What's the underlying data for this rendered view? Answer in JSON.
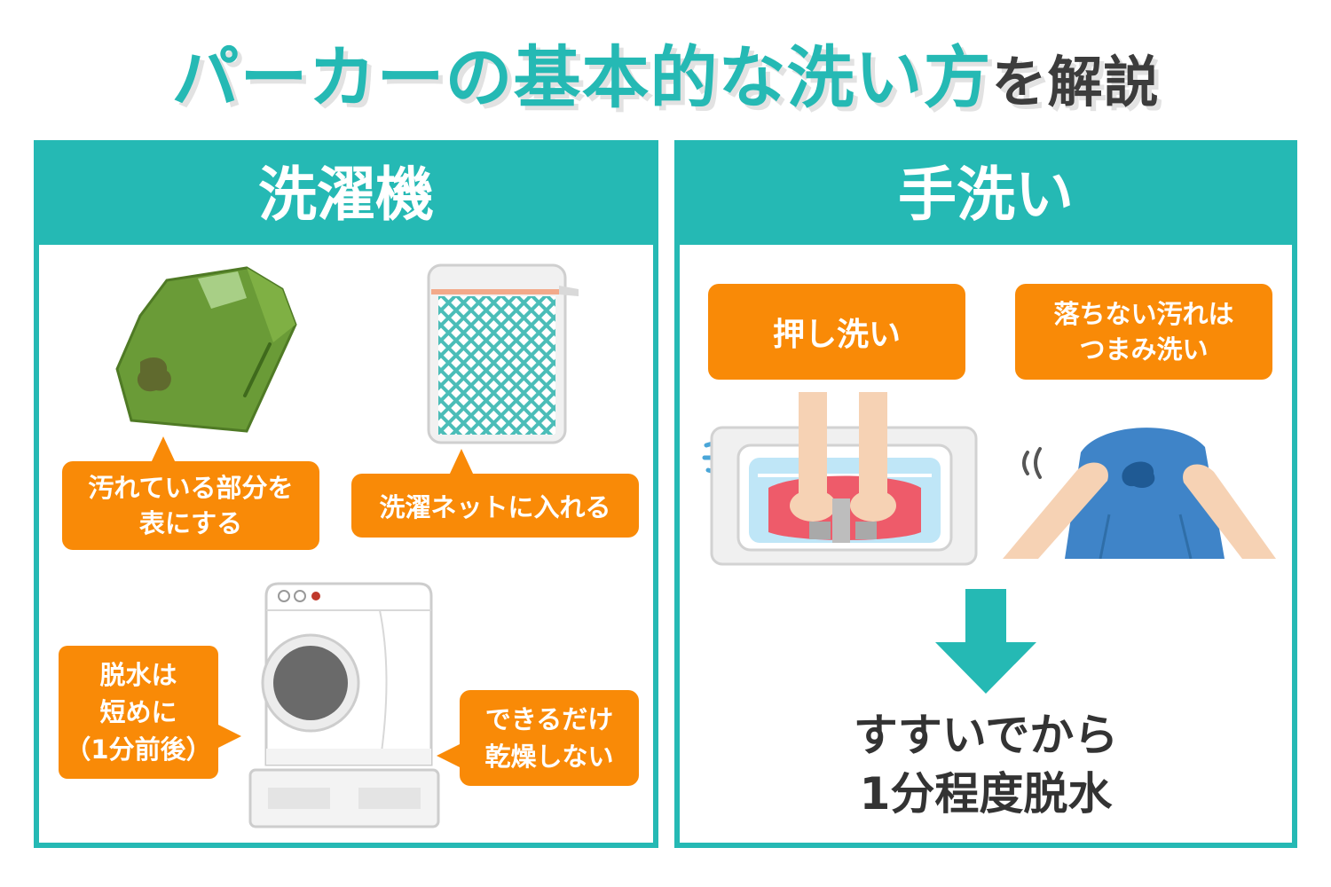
{
  "title": {
    "accent": "パーカーの基本的な洗い方",
    "rest": "を解説"
  },
  "washing_machine": {
    "heading": "洗濯機",
    "bubbles": {
      "dirty_side": "汚れている部分を\n表にする",
      "net": "洗濯ネットに入れる",
      "spin": "脱水は\n短めに\n（1分前後）",
      "dry": "できるだけ\n乾燥しない"
    }
  },
  "hand_wash": {
    "heading": "手洗い",
    "bubbles": {
      "press": "押し洗い",
      "pinch": "落ちない汚れは\nつまみ洗い"
    },
    "result": "すすいでから\n1分程度脱水"
  },
  "colors": {
    "teal": "#25b9b4",
    "orange": "#f98a07",
    "hoodie_green": "#6a9b37",
    "hoodie_blue": "#3f84c8",
    "towel_red": "#ee5b6a"
  },
  "icons": [
    "folded-hoodie-icon",
    "laundry-net-icon",
    "washing-machine-icon",
    "sink-hands-icon",
    "pinch-wash-icon",
    "down-arrow-icon"
  ]
}
